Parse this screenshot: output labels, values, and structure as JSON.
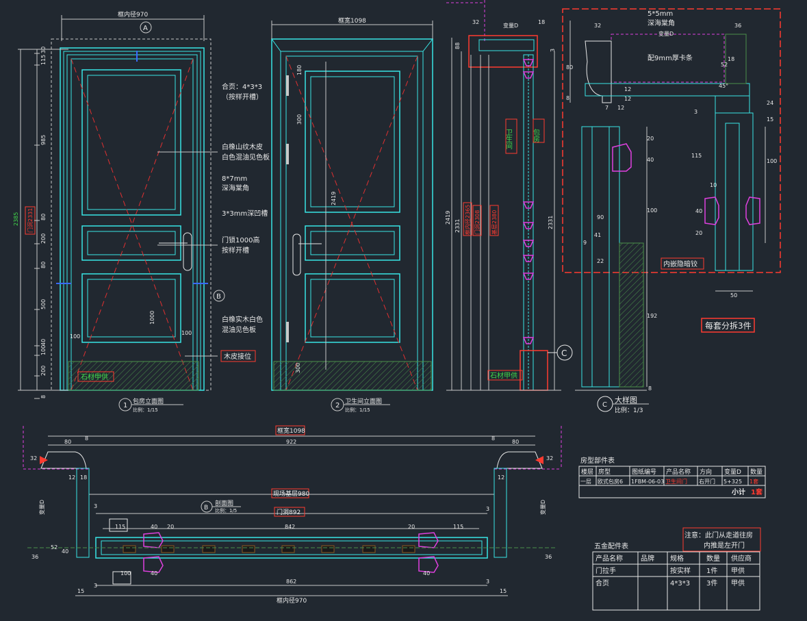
{
  "elevations": {
    "dim_frame_inner_top": "框内径970",
    "dim_frame_width_top": "框宽1098",
    "left_vertical_dims": [
      "30",
      "115",
      "985",
      "80",
      "200",
      "80",
      "500",
      "40",
      "100",
      "200",
      "8"
    ],
    "left_total": "2385",
    "left_door_opening": "门洞2331",
    "hinge_label": "合页：4*3*3",
    "hinge_label2": "（按样开槽）",
    "leaf_label1": "白橡山纹木皮",
    "leaf_label2": "白色混油见色板",
    "trim_label1": "8*7mm",
    "trim_label2": "深海棠角",
    "groove_label": "3*3mm深凹槽",
    "lock_label1": "门锁1000高",
    "lock_label2": "按样开槽",
    "solid_label1": "白橡实木白色",
    "solid_label2": "混油见色板",
    "veneer_joint": "木皮接位",
    "stone_supply": "石材甲供",
    "dim_100_a": "100",
    "dim_100_b": "100",
    "dim_1000": "1000",
    "dim_2419": "2419",
    "dim_180": "180",
    "dim_300_a": "300",
    "dim_300_b": "300",
    "elev1_title": "包房立面图",
    "elev1_scale": "比例：1/15",
    "elev2_title": "卫生间立面图",
    "elev2_scale": "比例：1/15",
    "marker_a": "A",
    "marker_b": "B",
    "num1": "1",
    "num2": "2"
  },
  "side_section": {
    "dim_32": "32",
    "dim_var": "变量D",
    "dim_18": "18",
    "dim_88": "88",
    "dim_3": "3",
    "dim_2419": "2419",
    "dim_2331": "2331",
    "frame_inner": "框内径2365",
    "door_opening": "门洞2308",
    "floor_level": "基层2380",
    "dim_2331b": "2331",
    "bathroom": "卫生间",
    "room": "包房",
    "stone_supply": "石材甲供",
    "marker_c": "C"
  },
  "detail": {
    "label_5x5": "5*5mm",
    "label_corner": "深海棠角",
    "dim_var": "变量D",
    "label_strip": "配9mm厚卡条",
    "dim_32": "32",
    "dim_36": "36",
    "dim_80": "80",
    "dim_8": "8",
    "dim_12a": "12",
    "dim_12b": "12",
    "dim_7": "7",
    "dim_12c": "12",
    "dim_52": "52",
    "dim_18": "18",
    "dim_45": "45°",
    "dim_3": "3",
    "dim_24": "24",
    "dim_15": "15",
    "dim_20": "20",
    "dim_40": "40",
    "dim_100": "100",
    "dim_115": "115",
    "dim_10": "10",
    "dim_40b": "40",
    "dim_20b": "20",
    "dim_100b": "100",
    "dim_192": "192",
    "dim_90": "90",
    "dim_41": "41",
    "dim_22": "22",
    "dim_50": "50",
    "dim_9": "9",
    "dim_8b": "8",
    "hidden_hinge": "内嵌隐暗铰",
    "split_note": "每套分拆3件",
    "title": "大样图",
    "scale": "比例：1/3",
    "marker_c": "C"
  },
  "plan": {
    "dim_frame_width": "框宽1098",
    "dim_80a": "80",
    "dim_8a": "8",
    "dim_922": "922",
    "dim_8b": "8",
    "dim_80b": "80",
    "dim_32a": "32",
    "dim_32b": "32",
    "dim_12a": "12",
    "dim_18": "18",
    "dim_12b": "12",
    "dim_3a": "3",
    "dim_3b": "3",
    "site_base": "现场基层980",
    "door_opening": "门洞892",
    "var_left": "变量D",
    "var_right": "变量D",
    "dim_115a": "115",
    "dim_40a": "40",
    "dim_20a": "20",
    "dim_842": "842",
    "dim_20b": "20",
    "dim_115b": "115",
    "dim_52": "52",
    "dim_40b": "40",
    "dim_36a": "36",
    "dim_36b": "36",
    "dim_100": "100",
    "dim_40c": "40",
    "dim_40d": "40",
    "dim_862": "862",
    "dim_3c": "3",
    "dim_3d": "3",
    "dim_15a": "15",
    "dim_15b": "15",
    "frame_inner": "框内径970",
    "title": "剖面图",
    "scale": "比例：1/5",
    "marker_b": "B"
  },
  "room_table": {
    "title": "房型部件表",
    "headers": [
      "楼层",
      "房型",
      "图纸编号",
      "产品名称",
      "方向",
      "变量D",
      "数量"
    ],
    "row": [
      "一层",
      "欧式包房6",
      "1FBM-06-03",
      "卫生间门",
      "右开门",
      "5+325",
      "1套"
    ],
    "subtotal_label": "小计",
    "subtotal_value": "1套"
  },
  "hardware_table": {
    "title": "五金配件表",
    "note1": "注意：此门从走道往房",
    "note2": "内推是左开门",
    "headers": [
      "产品名称",
      "品牌",
      "规格",
      "数量",
      "供应商"
    ],
    "rows": [
      [
        "门拉手",
        "",
        "按实样",
        "1件",
        "甲供"
      ],
      [
        "合页",
        "",
        "4*3*3",
        "3件",
        "甲供"
      ]
    ]
  }
}
